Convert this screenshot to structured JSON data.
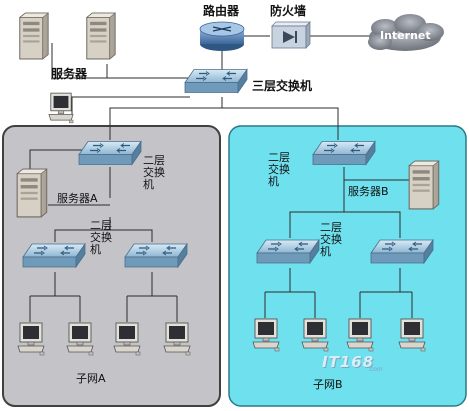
{
  "labels": {
    "router": "路由器",
    "firewall": "防火墙",
    "internet": "Internet",
    "servers": "服务器",
    "l3_switch": "三层交换机",
    "l2_switch_a_top": "二层交换机",
    "server_a": "服务器A",
    "l2_switch_a_mid": "二层交换机",
    "subnet_a": "子网A",
    "l2_switch_b_top": "二层交换机",
    "server_b": "服务器B",
    "l2_switch_b_mid": "二层交换机",
    "subnet_b": "子网B"
  },
  "watermark": {
    "text": "IT168",
    "sub": ".com"
  },
  "colors": {
    "subnet_a_fill": "#c4c3c8",
    "subnet_b_fill": "#6fe0ee",
    "switch_fill": "#9fc2da",
    "router_fill": "#5a86b8",
    "cloud_fill": "#8a8f98",
    "line": "#2b2b2b"
  }
}
